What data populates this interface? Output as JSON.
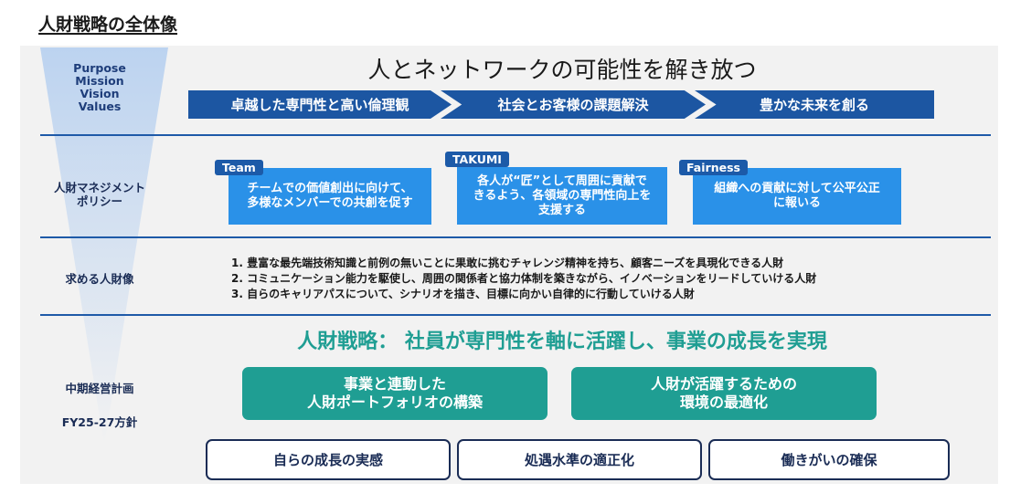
{
  "page_title": "人財戦略の全体像",
  "pmvv": [
    "Purpose",
    "Mission",
    "Vision",
    "Values"
  ],
  "purpose_heading": "人とネットワークの可能性を解き放つ",
  "values": [
    "卓越した専門性と高い倫理観",
    "社会とお客様の課題解決",
    "豊かな未来を創る"
  ],
  "policy": {
    "label_lines": [
      "人財マネジメント",
      "ポリシー"
    ],
    "items": [
      {
        "tag": "Team",
        "text_lines": [
          "チームでの価値創出に向けて、",
          "多様なメンバーでの共創を促す"
        ]
      },
      {
        "tag": "TAKUMI",
        "text_lines": [
          "各人が“匠”として周囲に貢献で",
          "きるよう、各領域の専門性向上を",
          "支援する"
        ]
      },
      {
        "tag": "Fairness",
        "text_lines": [
          "組織への貢献に対して公平公正",
          "に報いる"
        ]
      }
    ]
  },
  "ideal": {
    "label": "求める人財像",
    "items": [
      "1. 豊富な最先端技術知識と前例の無いことに果敢に挑むチャレンジ精神を持ち、顧客ニーズを具現化できる人財",
      "2. コミュニケーション能力を駆使し、周囲の関係者と協力体制を築きながら、イノベーションをリードしていける人財",
      "3. 自らのキャリアパスについて、シナリオを描き、目標に向かい自律的に行動していける人財"
    ]
  },
  "plan": {
    "label_lines": [
      "中期経営計画",
      "FY25-27方針"
    ],
    "strategy": "人財戦略： 社員が専門性を軸に活躍し、事業の成長を実現",
    "pillars": [
      {
        "lines": [
          "事業と連動した",
          "人財ポートフォリオの構築"
        ]
      },
      {
        "lines": [
          "人財が活躍するための",
          "環境の最適化"
        ]
      }
    ],
    "outcomes": [
      "自らの成長の実感",
      "処遇水準の適正化",
      "働きがいの確保"
    ]
  },
  "colors": {
    "navy": "#1c56a2",
    "light_blue": "#2a91e8",
    "teal": "#1f9e93",
    "line_blue": "#1e5aa8",
    "panel_gray": "#f2f2f2"
  }
}
